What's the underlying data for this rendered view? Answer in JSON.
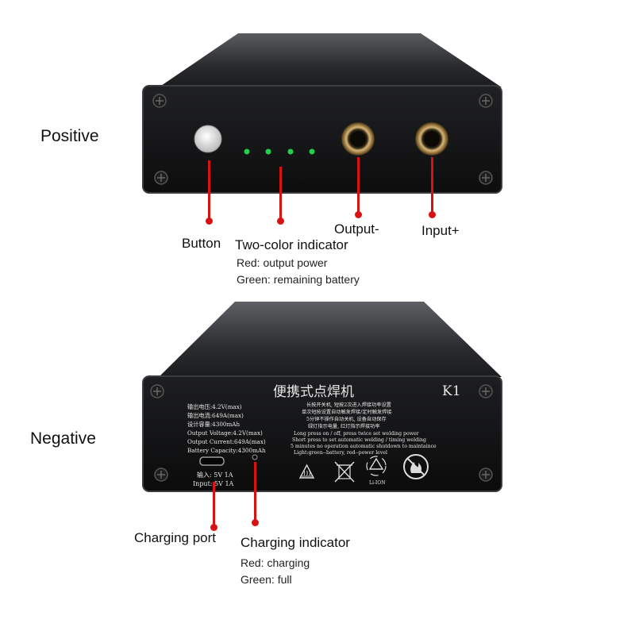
{
  "positive_view": {
    "side_label": "Positive",
    "callouts": {
      "button": "Button",
      "indicator": "Two-color indicator",
      "indicator_red": "Red: output power",
      "indicator_green": "Green: remaining battery",
      "output": "Output-",
      "input": "Input+"
    }
  },
  "negative_view": {
    "side_label": "Negative",
    "callouts": {
      "charging_port": "Charging port",
      "charging_indicator": "Charging indicator",
      "charging_red": "Red: charging",
      "charging_green": "Green: full"
    },
    "panel": {
      "title_cn": "便携式点焊机",
      "model": "K1",
      "spec_cn_1": "输出电压:4.2V(max)",
      "spec_cn_2": "输出电流:649A(max)",
      "spec_cn_3": "设计容量:4300mAh",
      "spec_en_1": "Output Voltage:4.2V(max)",
      "spec_en_2": "Output Current:649A(max)",
      "spec_en_3": "Battery Capacity:4300mAh",
      "instr_cn_1": "长按开关机, 短按2次进入焊接功率设置",
      "instr_cn_2": "单次短按设置自动触发焊接/定时触发焊接",
      "instr_cn_3": "5分钟不操作自动关机, 设备自动保存",
      "instr_cn_4": "绿灯指示电量, 红灯指示焊接功率",
      "instr_en_1": "Long press on / off,  press twice  set welding power",
      "instr_en_2": "Short press to set automatic welding / timing welding",
      "instr_en_3": "5 minutes no operation automatic shutdown to maintaince",
      "instr_en_4": "Light:green--battery, red--power level",
      "input_cn": "输入: 5V 1A",
      "input_en": "Input: 5V 1A",
      "recycle_code": "Li-ION"
    }
  },
  "colors": {
    "leader_red": "#d81212",
    "indicator_green": "#22d14a",
    "case_black": "#111214"
  }
}
